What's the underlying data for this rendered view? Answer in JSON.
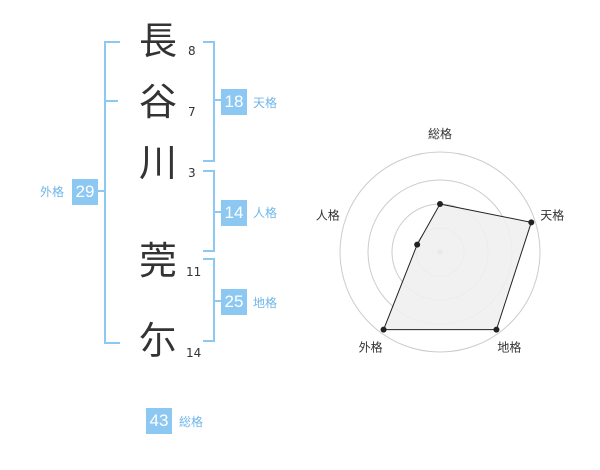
{
  "name_chars": [
    {
      "char": "長",
      "strokes": "8"
    },
    {
      "char": "谷",
      "strokes": "7"
    },
    {
      "char": "川",
      "strokes": "3"
    },
    {
      "char": "莞",
      "strokes": "11"
    },
    {
      "char": "尓",
      "strokes": "14"
    }
  ],
  "kaku": {
    "tenkaku": {
      "value": "18",
      "label": "天格"
    },
    "jinkaku": {
      "value": "14",
      "label": "人格"
    },
    "chikaku": {
      "value": "25",
      "label": "地格"
    },
    "gaikaku": {
      "value": "29",
      "label": "外格"
    },
    "soukaku": {
      "value": "43",
      "label": "総格"
    }
  },
  "chart_data": {
    "type": "radar",
    "axes": [
      "総格",
      "天格",
      "地格",
      "外格",
      "人格"
    ],
    "values": [
      2,
      4,
      4,
      4,
      1
    ],
    "max": 4,
    "rings": 4,
    "colors": {
      "fill": "#f0f0f0",
      "stroke": "#222222",
      "ring": "#cccccc",
      "center": "#bbbbbb"
    }
  },
  "colors": {
    "accent": "#8cc8f2",
    "label": "#6fb6e8",
    "text": "#333333"
  }
}
